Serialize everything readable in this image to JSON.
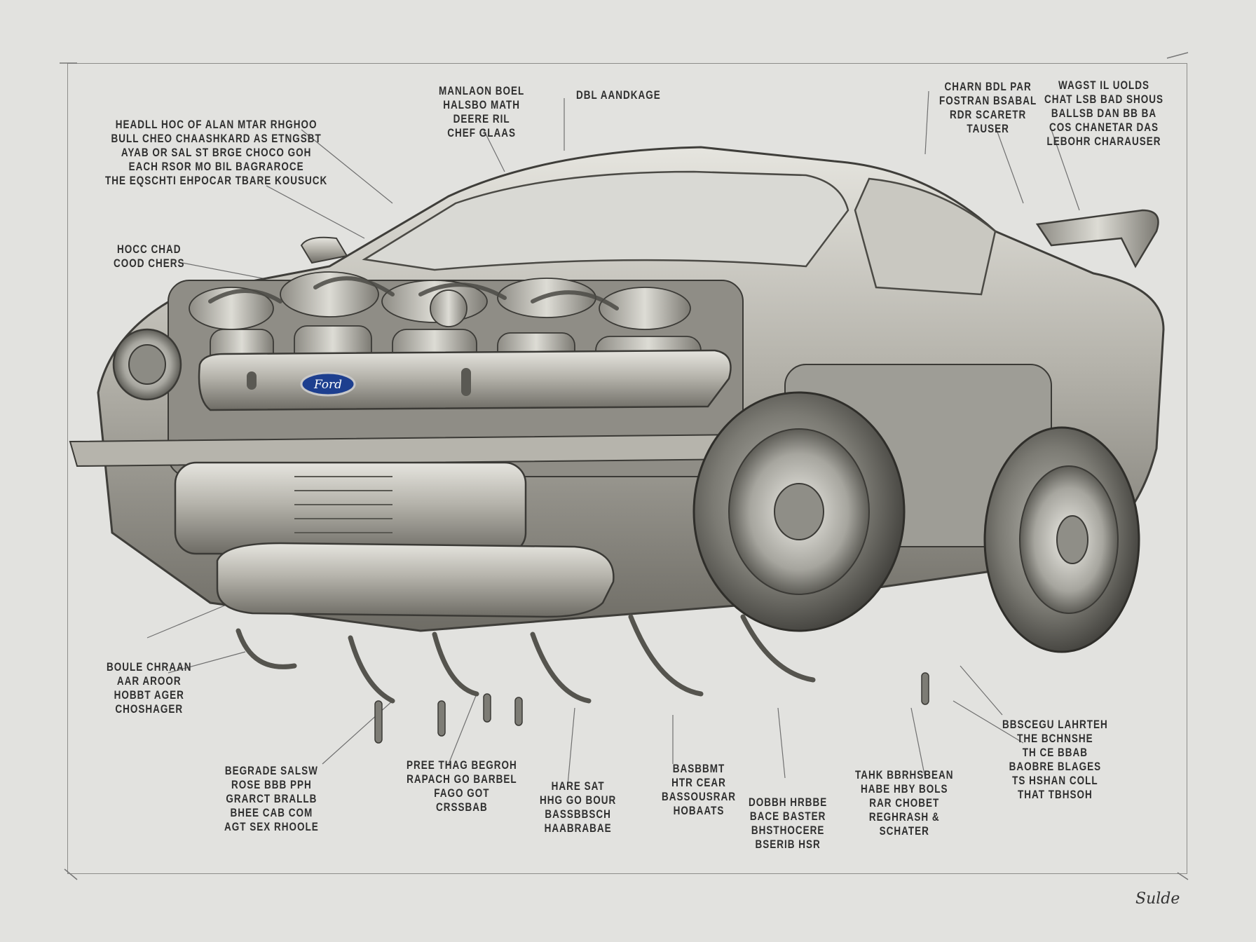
{
  "diagram": {
    "badge_text": "Ford",
    "colors": {
      "paper": "#e2e2df",
      "metal_light": "#dcdcd6",
      "metal_mid": "#a8a7a0",
      "metal_dark": "#4a4944",
      "badge_blue": "#1d3f8f",
      "ink": "#2f2f2f"
    },
    "callouts": [
      {
        "id": "c1",
        "text": "MANLAON BOEL\nHALSBO MATH\nDEERE RIL\nCHEF GLAAS"
      },
      {
        "id": "c2",
        "text": "DBL AANDKAGE"
      },
      {
        "id": "c3",
        "text": "HEADLL HOC OF ALAN MTAR RHGHOO\nBULL CHEO CHAASHKARD AS ETNGSBT\nAYAB OR SAL ST BRGE CHOCO GOH\nEACH RSOR MO BIL BAGRAROCE\nTHE EQSCHTI EHPOCAR TBARE KOUSUCK"
      },
      {
        "id": "c4",
        "text": "HOCC CHAD\nCOOD CHERS"
      },
      {
        "id": "c5",
        "text": "CHARN BDL PAR\nFOSTRAN BSABAL\nRDR SCARETR\nTAUSER"
      },
      {
        "id": "c6",
        "text": "WAGST IL UOLDS\nCHAT LSB BAD SHOUS\nBALLSB DAN BB BA\nCOS CHANETAR DAS\nLEBOHR CHARAUSER"
      },
      {
        "id": "c7",
        "text": "BOULE CHRAAN\nAAR AROOR\nHOBBT AGER\nCHOSHAGER"
      },
      {
        "id": "c8",
        "text": "BEGRADE SALSW\nROSE BBB PPH\nGRARCT BRALLB\nBHEE CAB COM\nAGT SEX RHOOLE"
      },
      {
        "id": "c9",
        "text": "PREE THAG BEGROH\nRAPACH GO BARBEL\nFAGO GOT\nCRSSBAB"
      },
      {
        "id": "c10",
        "text": "HARE SAT\nHHG GO BOUR\nBASSBBSCH\nHAABRABAE"
      },
      {
        "id": "c11",
        "text": "BASBBMT\nHTR CEAR\nBASSOUSRAR\nHOBAATS"
      },
      {
        "id": "c12",
        "text": "DOBBH HRBBE\nBACE BASTER\nBHSTHOCERE\nBSERIB HSR"
      },
      {
        "id": "c13",
        "text": "TAHK BBRHSBEAN\nHABE HBY BOLS\nRAR CHOBET\nREGHRASH &\nSCHATER"
      },
      {
        "id": "c14",
        "text": "BBSCEGU LAHRTEH\nTHE BCHNSHE\nTH CE BBAB\nBAOBRE BLAGES\nTS HSHAN COLL\nTHAT TBHSOH"
      }
    ],
    "signature": "Sulde"
  }
}
